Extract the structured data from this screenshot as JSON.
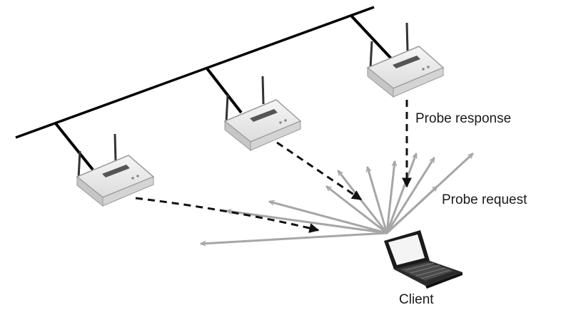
{
  "diagram": {
    "labels": {
      "probe_response": "Probe response",
      "probe_request": "Probe request",
      "client": "Client"
    },
    "colors": {
      "backbone": "#000000",
      "probe_request_arrows": "#a6a6a6",
      "probe_response_arrows": "#111111",
      "access_point_body": "#e9e9e9"
    },
    "nodes": [
      {
        "id": "ap-left",
        "kind": "wireless access point"
      },
      {
        "id": "ap-middle",
        "kind": "wireless access point"
      },
      {
        "id": "ap-right",
        "kind": "wireless access point"
      },
      {
        "id": "client",
        "kind": "laptop"
      }
    ],
    "edges": [
      {
        "from": "client",
        "to": "broadcast",
        "label": "Probe request",
        "style": "solid gray"
      },
      {
        "from": "ap-left",
        "to": "client",
        "style": "dashed black"
      },
      {
        "from": "ap-middle",
        "to": "client",
        "style": "dashed black"
      },
      {
        "from": "ap-right",
        "to": "client",
        "label": "Probe response",
        "style": "dashed black"
      }
    ]
  }
}
